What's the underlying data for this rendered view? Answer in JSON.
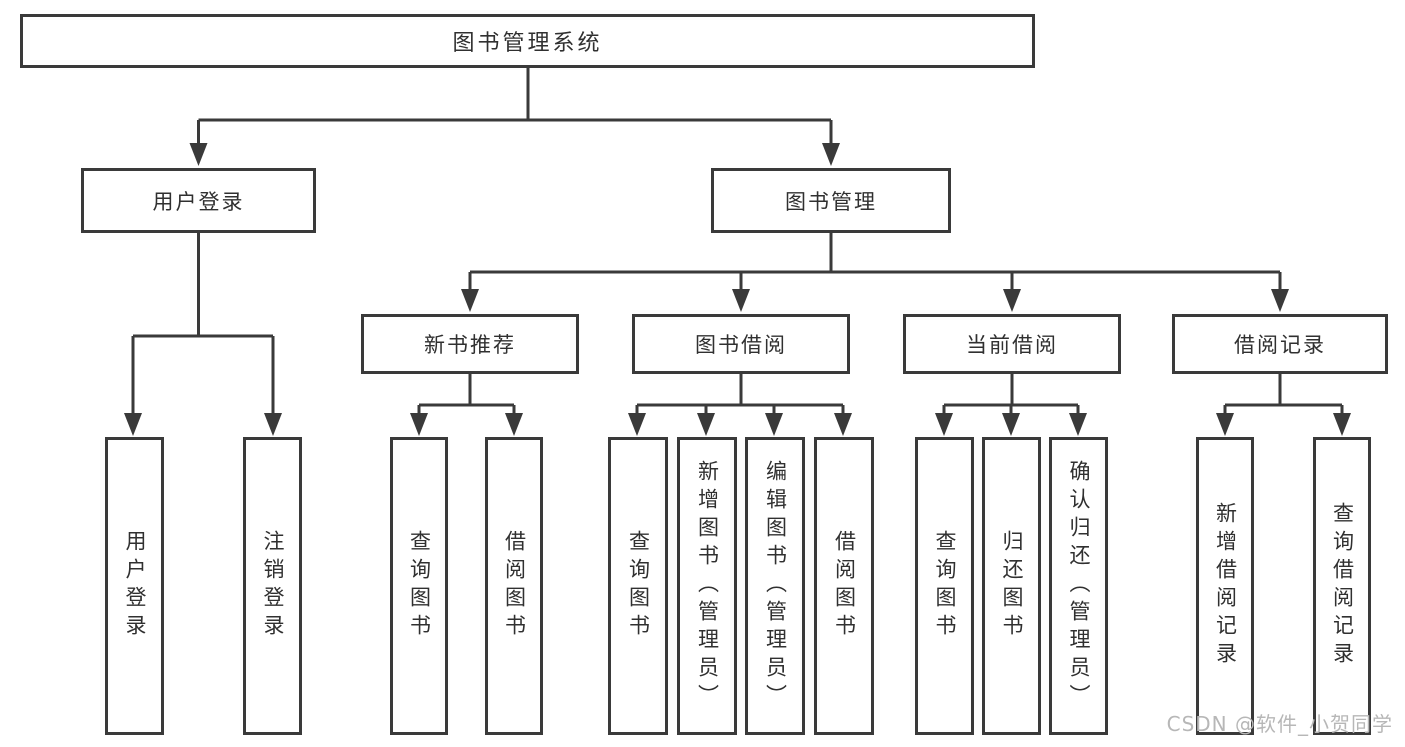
{
  "root": {
    "label": "图书管理系统"
  },
  "level2": {
    "user_login": {
      "label": "用户登录"
    },
    "book_mgmt": {
      "label": "图书管理"
    }
  },
  "level3": {
    "new_books": {
      "label": "新书推荐"
    },
    "book_borrow": {
      "label": "图书借阅"
    },
    "current_borrow": {
      "label": "当前借阅"
    },
    "borrow_records": {
      "label": "借阅记录"
    }
  },
  "leaves": {
    "user_login": [
      "用户登录",
      "注销登录"
    ],
    "new_books": [
      "查询图书",
      "借阅图书"
    ],
    "book_borrow": [
      "查询图书",
      "新增图书（管理员）",
      "编辑图书（管理员）",
      "借阅图书"
    ],
    "current_borrow": [
      "查询图书",
      "归还图书",
      "确认归还（管理员）"
    ],
    "borrow_records": [
      "新增借阅记录",
      "查询借阅记录"
    ]
  },
  "watermark": {
    "text": "CSDN @软件_小贺同学"
  },
  "colors": {
    "line": "#3a3a3a",
    "text": "#303030",
    "box_bg": "#ffffff",
    "background": "#ffffff",
    "watermark": "#b7b7b7"
  }
}
